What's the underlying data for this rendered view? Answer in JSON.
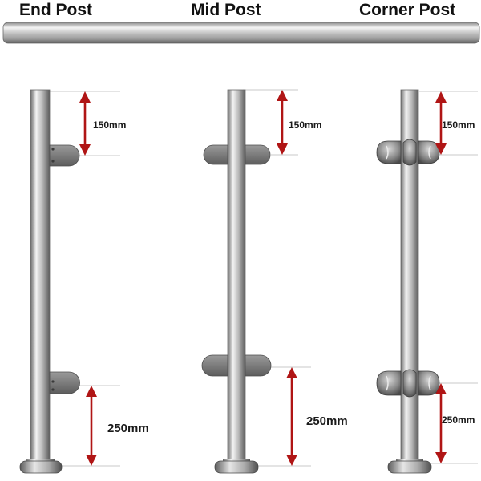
{
  "titles": {
    "end": "End Post",
    "mid": "Mid Post",
    "corner": "Corner Post"
  },
  "dimensions": {
    "end_top": "150mm",
    "end_bottom": "250mm",
    "mid_top": "150mm",
    "mid_bottom": "250mm",
    "corner_top": "150mm",
    "corner_bottom": "250mm"
  },
  "colors": {
    "arrow": "#b01515",
    "steel_dark": "#6e6e6e",
    "steel_light": "#f2f2f2",
    "clamp": "#7a7a7a"
  },
  "icons": {
    "handrail": "steel-tube-handrail",
    "post": "steel-post",
    "clamp": "glass-clamp",
    "base": "base-plate"
  }
}
